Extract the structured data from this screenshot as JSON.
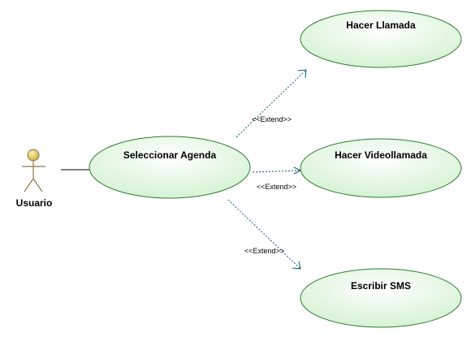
{
  "actor": {
    "name": "Usuario"
  },
  "use_cases": {
    "main": "Seleccionar Agenda",
    "call": "Hacer Llamada",
    "video_call": "Hacer Videollamada",
    "sms": "Escribir SMS"
  },
  "relations": {
    "extend_call": "<<Extend>>",
    "extend_video": "<<Extend>>",
    "extend_sms": "<<Extend>>"
  },
  "colors": {
    "ellipse_fill_top": "#ffffff",
    "ellipse_fill_bottom": "#dff5de",
    "ellipse_stroke": "#2e7d32",
    "extend_line": "#0b5c6b",
    "actor_head": "#e6c84f"
  }
}
